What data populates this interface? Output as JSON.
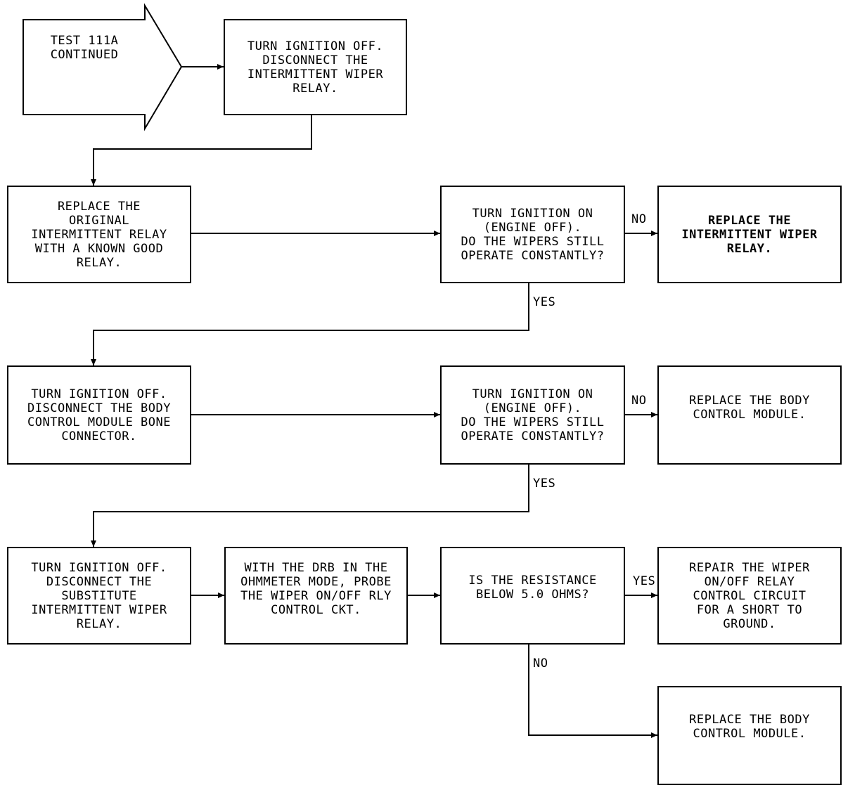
{
  "start": {
    "text": "TEST 111A\nCONTINUED"
  },
  "boxes": {
    "disconnect_relay": "TURN IGNITION OFF.\nDISCONNECT THE\nINTERMITTENT WIPER\nRELAY.",
    "replace_original_relay": "REPLACE THE\nORIGINAL\nINTERMITTENT RELAY\nWITH A KNOWN GOOD\nRELAY.",
    "ignition_on_check_1": "TURN IGNITION ON\n(ENGINE OFF).\nDO THE WIPERS STILL\nOPERATE CONSTANTLY?",
    "replace_wiper_relay": "REPLACE THE\nINTERMITTENT WIPER\nRELAY.",
    "disconnect_bcm": "TURN IGNITION OFF.\nDISCONNECT THE BODY\nCONTROL MODULE BONE\nCONNECTOR.",
    "ignition_on_check_2": "TURN IGNITION ON\n(ENGINE OFF).\nDO THE WIPERS STILL\nOPERATE CONSTANTLY?",
    "replace_bcm_1": "REPLACE THE BODY\nCONTROL MODULE.",
    "disconnect_substitute_relay": "TURN IGNITION OFF.\nDISCONNECT THE\nSUBSTITUTE\nINTERMITTENT WIPER\nRELAY.",
    "probe_circuit": "WITH THE DRB IN THE\nOHMMETER MODE, PROBE\nTHE WIPER ON/OFF RLY\nCONTROL CKT.",
    "resistance_check": "IS THE RESISTANCE\nBELOW 5.0 OHMS?",
    "repair_circuit": "REPAIR THE WIPER\nON/OFF RELAY\nCONTROL CIRCUIT\nFOR A SHORT TO\nGROUND.",
    "replace_bcm_2": "REPLACE THE BODY\nCONTROL MODULE."
  },
  "labels": {
    "no_1": "NO",
    "yes_1": "YES",
    "no_2": "NO",
    "yes_2": "YES",
    "yes_3": "YES",
    "no_3": "NO"
  }
}
